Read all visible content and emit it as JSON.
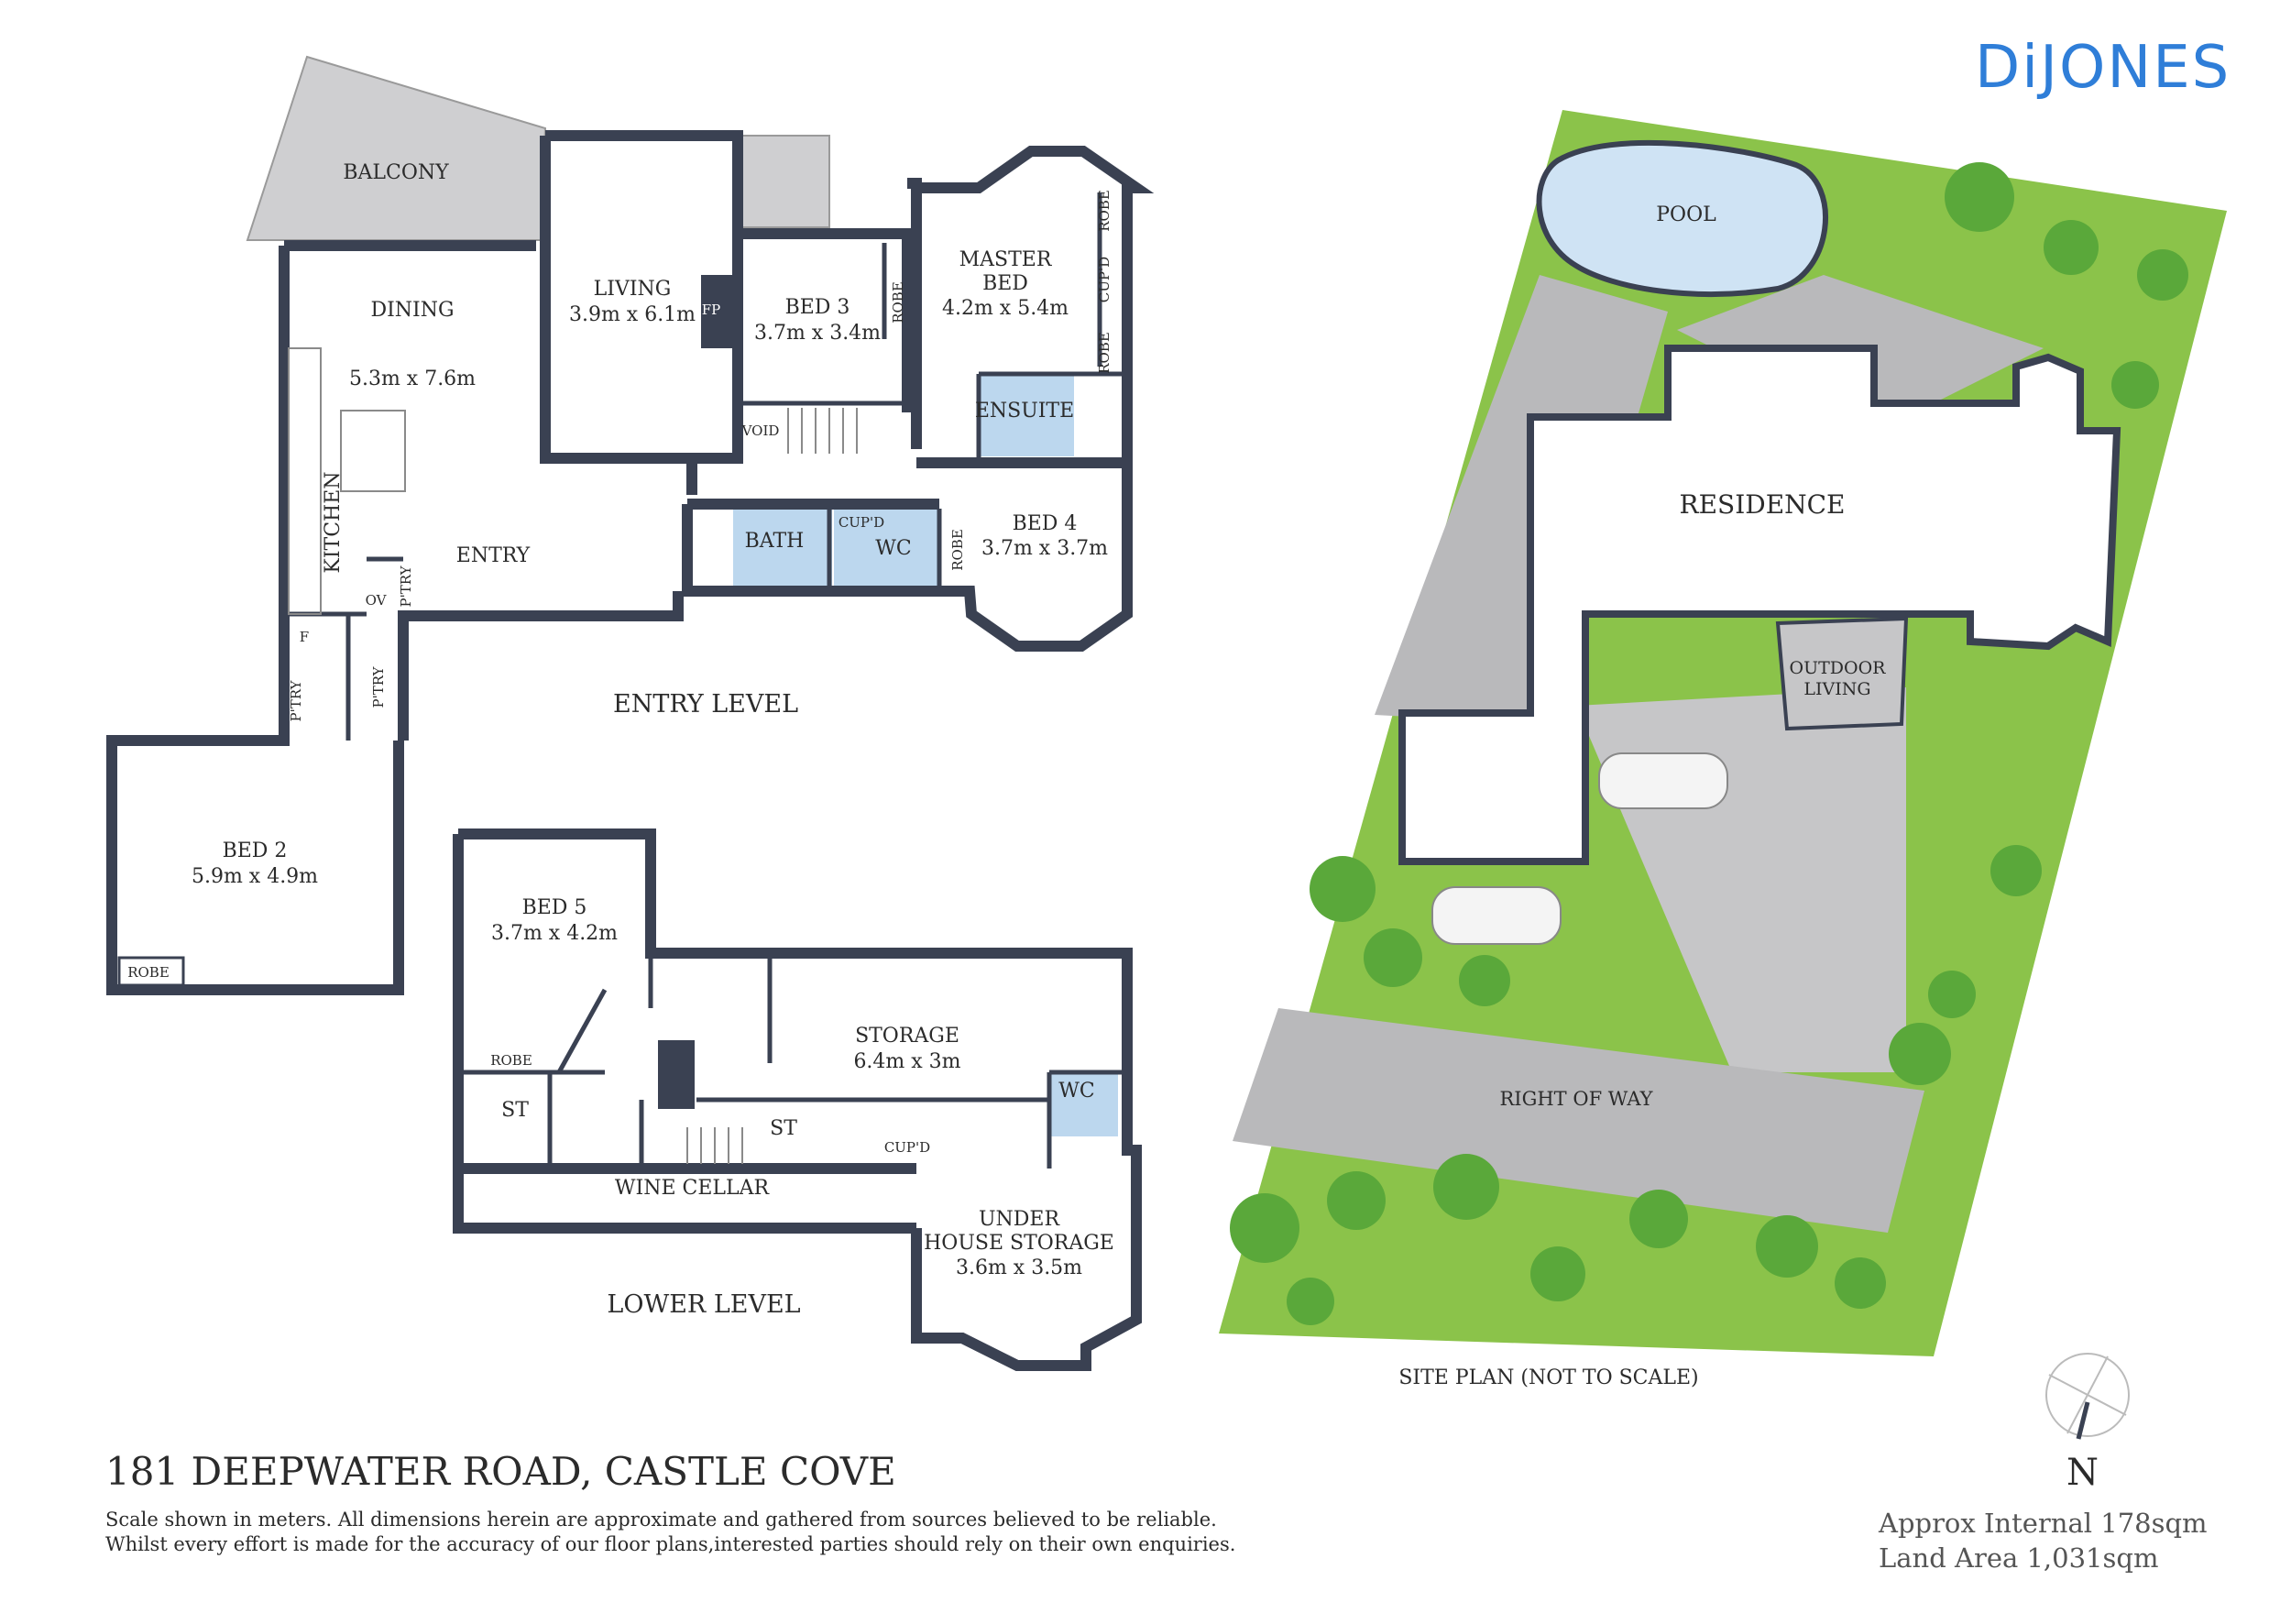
{
  "brand": {
    "logo_text": "DiJONES",
    "color": "#2f7ed8"
  },
  "colors": {
    "wall": "#3a4152",
    "wet_area": "#bcd7ee",
    "outdoor": "#cfcfd1",
    "lawn": "#8bc34a",
    "lawn_dark": "#5aa83a",
    "paving": "#b9b9bb",
    "pool": "#cfe3f4"
  },
  "entry_level": {
    "label": "ENTRY LEVEL",
    "rooms": {
      "balcony": "BALCONY",
      "dining": {
        "name": "DINING",
        "dims": "5.3m x 7.6m"
      },
      "living": {
        "name": "LIVING",
        "dims": "3.9m x 6.1m"
      },
      "fp": "FP",
      "bed3": {
        "name": "BED 3",
        "dims": "3.7m x 3.4m"
      },
      "robe_bed3": "ROBE",
      "master": {
        "name": "MASTER",
        "name2": "BED",
        "dims": "4.2m x 5.4m"
      },
      "robe_master_1": "ROBE",
      "cupd_master": "CUP'D",
      "robe_master_2": "ROBE",
      "ensuite": "ENSUITE",
      "void": "VOID",
      "kitchen": "KITCHEN",
      "entry": "ENTRY",
      "bath": "BATH",
      "cupd": "CUP'D",
      "wc": "WC",
      "bed4": {
        "name": "BED 4",
        "dims": "3.7m x 3.7m"
      },
      "robe_bed4": "ROBE",
      "ov": "OV",
      "ptry_1": "P'TRY",
      "f": "F",
      "ptry_2": "P'TRY",
      "ptry_3": "P'TRY",
      "bed2": {
        "name": "BED 2",
        "dims": "5.9m x 4.9m"
      },
      "robe_bed2": "ROBE"
    }
  },
  "lower_level": {
    "label": "LOWER LEVEL",
    "rooms": {
      "bed5": {
        "name": "BED 5",
        "dims": "3.7m x 4.2m"
      },
      "robe_bed5": "ROBE",
      "storage": {
        "name": "STORAGE",
        "dims": "6.4m x 3m"
      },
      "wc": "WC",
      "st_1": "ST",
      "st_2": "ST",
      "cupd": "CUP'D",
      "wine_cellar": "WINE CELLAR",
      "under_house": {
        "name": "UNDER",
        "name2": "HOUSE STORAGE",
        "dims": "3.6m x 3.5m"
      }
    }
  },
  "site_plan": {
    "label": "SITE PLAN (NOT TO SCALE)",
    "pool": "POOL",
    "residence": "RESIDENCE",
    "outdoor_living": {
      "line1": "OUTDOOR",
      "line2": "LIVING"
    },
    "right_of_way": "RIGHT OF WAY"
  },
  "footer": {
    "address": "181 DEEPWATER ROAD, CASTLE COVE",
    "disclaimer_line1": "Scale shown in meters. All dimensions herein are approximate and gathered from sources believed to be  reliable.",
    "disclaimer_line2": "Whilst every effort is made for the accuracy of our floor plans,interested parties should rely on their own enquiries.",
    "internal_area": "Approx Internal 178sqm",
    "land_area": "Land Area 1,031sqm",
    "north": "N"
  }
}
